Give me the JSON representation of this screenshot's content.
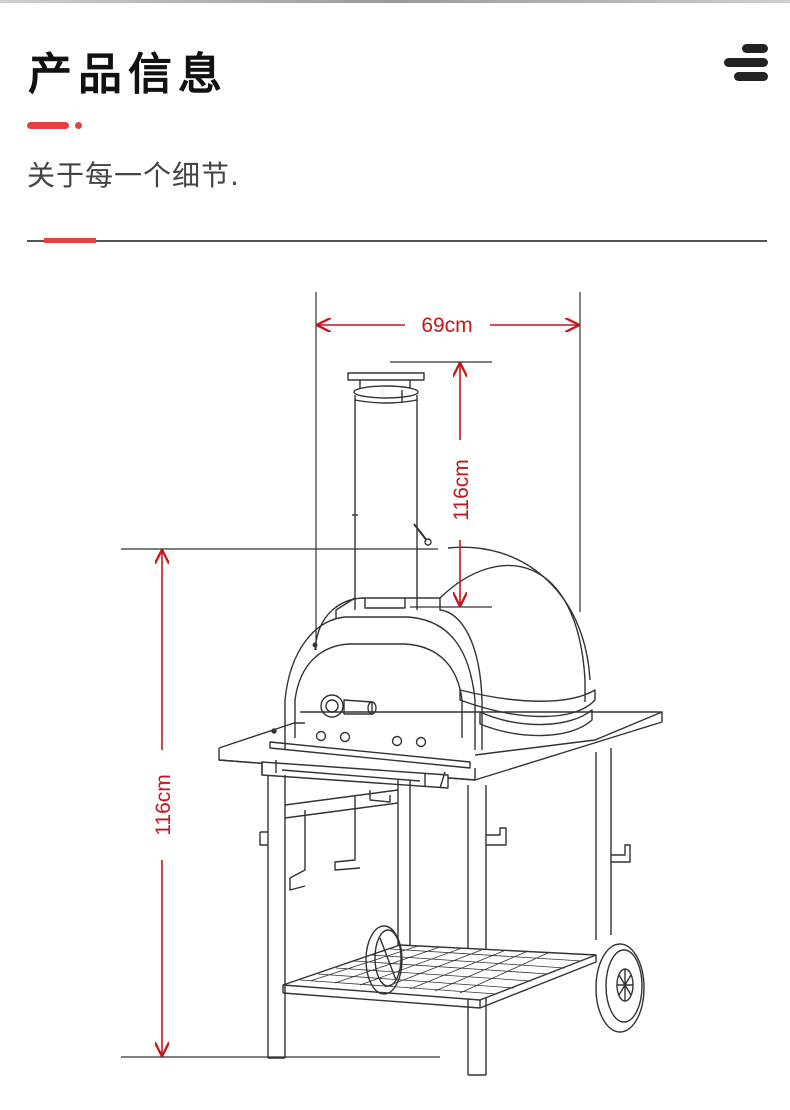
{
  "header": {
    "title": "产品信息",
    "subtitle": "关于每一个细节."
  },
  "colors": {
    "accent": "#e8413d",
    "dimension": "#c8151b",
    "line": "#333333"
  },
  "dimensions": {
    "width_label": "69cm",
    "chimney_label": "116cm",
    "height_label": "116cm"
  },
  "icons": {
    "menu": "menu-icon"
  }
}
